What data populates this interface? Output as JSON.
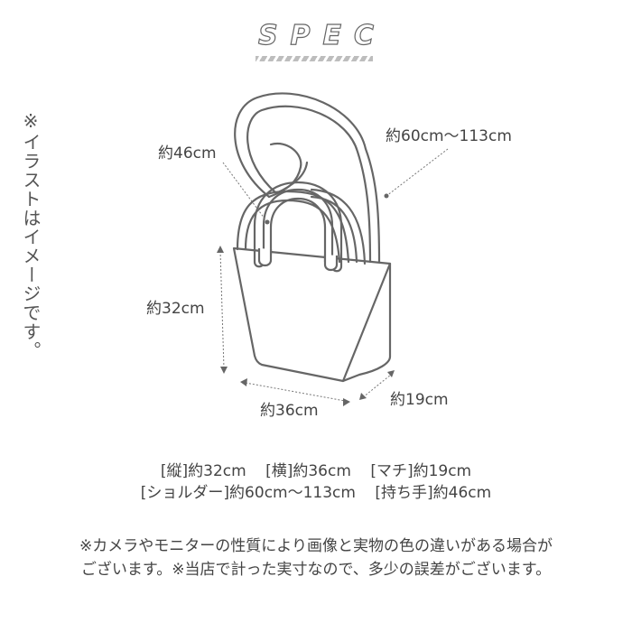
{
  "header": {
    "title": "SPEC"
  },
  "side_note": "※イラストはイメージです。",
  "illustration": {
    "labels": {
      "handle": "約46cm",
      "shoulder": "約60cm〜113cm",
      "height": "約32cm",
      "width": "約36cm",
      "depth": "約19cm"
    },
    "colors": {
      "outline": "#666666",
      "guide": "#999999"
    }
  },
  "specs": {
    "line1": [
      "[縦]約32cm",
      "[横]約36cm",
      "[マチ]約19cm"
    ],
    "line2": [
      "[ショルダー]約60cm〜113cm",
      "[持ち手]約46cm"
    ]
  },
  "disclaimer": {
    "line1": "※カメラやモニターの性質により画像と実物の色の違いがある場合が",
    "line2": "ございます。※当店で計った実寸なので、多少の誤差がございます。"
  }
}
